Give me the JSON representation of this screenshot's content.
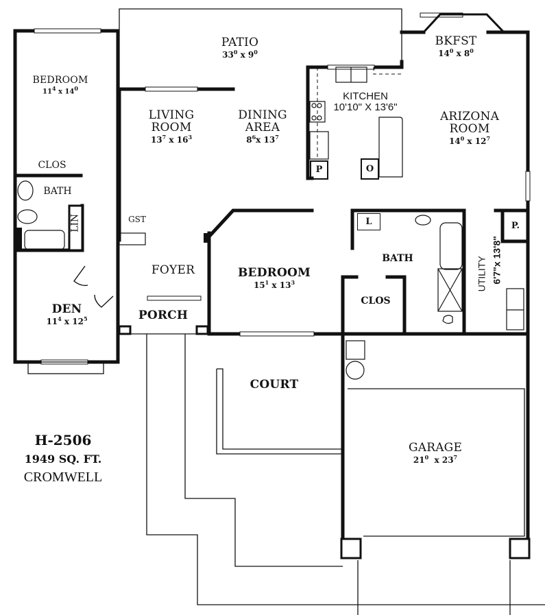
{
  "plan": {
    "code": "H-2506",
    "square_feet": "1949 SQ. FT.",
    "name": "CROMWELL"
  },
  "rooms": {
    "patio": {
      "name": "PATIO",
      "dim_a": "33",
      "dim_a_sup": "0",
      "dim_b": "9",
      "dim_b_sup": "0"
    },
    "bedroom1": {
      "name": "BEDROOM",
      "dim_a": "11",
      "dim_a_sup": "4",
      "dim_b": "14",
      "dim_b_sup": "0"
    },
    "living": {
      "name_line1": "LIVING",
      "name_line2": "ROOM",
      "dim_a": "13",
      "dim_a_sup": "7",
      "dim_b": "16",
      "dim_b_sup": "3"
    },
    "dining": {
      "name_line1": "DINING",
      "name_line2": "AREA",
      "dim_a": "8",
      "dim_a_sup": "6",
      "dim_b": "13",
      "dim_b_sup": "7"
    },
    "kitchen": {
      "name": "KITCHEN",
      "dims": "10'10\" X 13'6\""
    },
    "bkfst": {
      "name": "BKFST",
      "dim_a": "14",
      "dim_a_sup": "0",
      "dim_b": "8",
      "dim_b_sup": "0"
    },
    "arizona": {
      "name_line1": "ARIZONA",
      "name_line2": "ROOM",
      "dim_a": "14",
      "dim_a_sup": "0",
      "dim_b": "12",
      "dim_b_sup": "7"
    },
    "clos1": {
      "name": "CLOS"
    },
    "bath1": {
      "name": "BATH"
    },
    "lin": {
      "name": "LIN"
    },
    "gst": {
      "name": "GST"
    },
    "foyer": {
      "name": "FOYER"
    },
    "den": {
      "name": "DEN",
      "dim_a": "11",
      "dim_a_sup": "4",
      "dim_b": "12",
      "dim_b_sup": "5"
    },
    "porch": {
      "name": "PORCH"
    },
    "bedroom2": {
      "name": "BEDROOM",
      "dim_a": "15",
      "dim_a_sup": "1",
      "dim_b": "13",
      "dim_b_sup": "3"
    },
    "bath2": {
      "name": "BATH"
    },
    "clos2": {
      "name": "CLOS"
    },
    "utility": {
      "name": "UTILITY",
      "dims": "6'7\"x 13'8\""
    },
    "court": {
      "name": "COURT"
    },
    "garage": {
      "name": "GARAGE",
      "dim_a": "21",
      "dim_a_sup": "0",
      "dim_b": "23",
      "dim_b_sup": "7"
    }
  },
  "symbols": {
    "pantry_kitchen": "P",
    "oven": "O",
    "linen_bath": "L",
    "pantry_utility": "P."
  }
}
